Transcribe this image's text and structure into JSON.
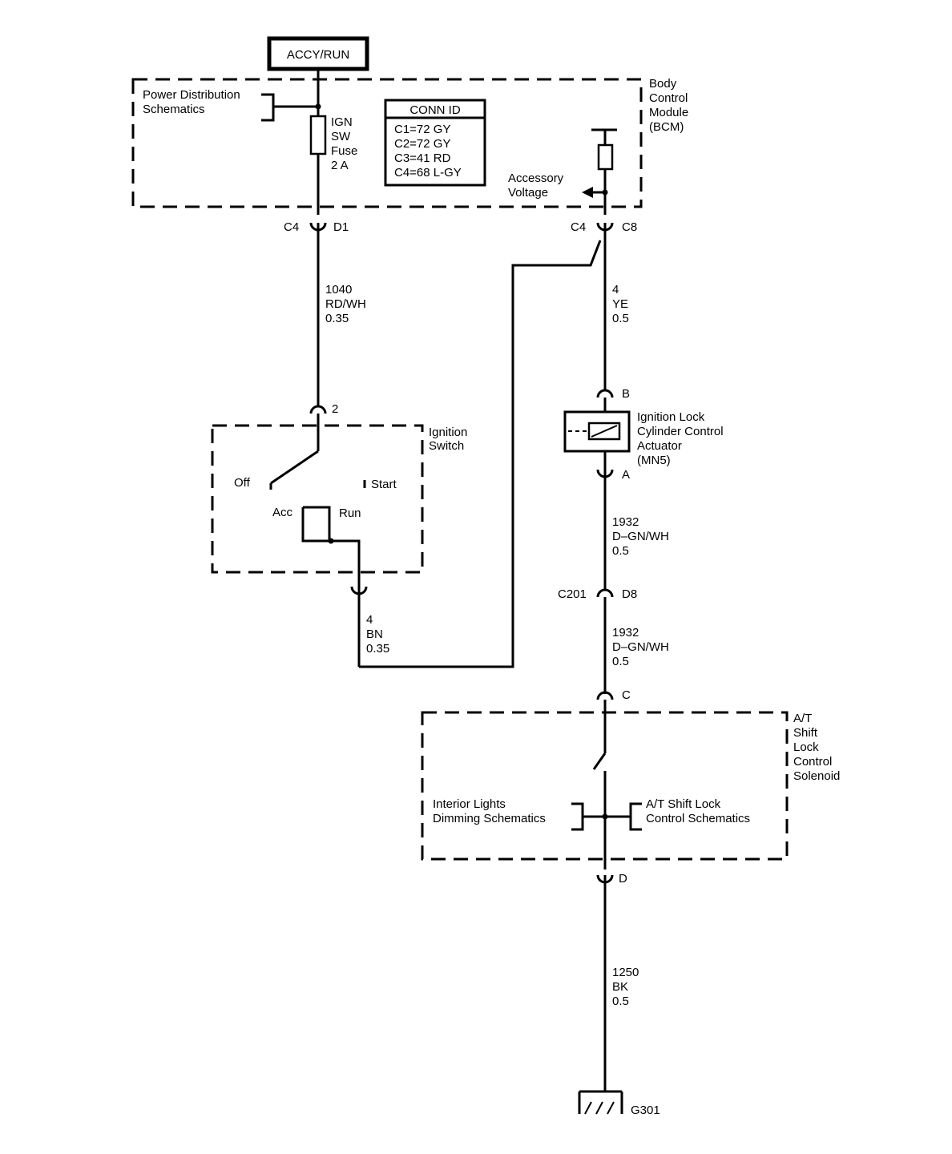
{
  "power_source": "ACCY/RUN",
  "bcm": {
    "name_lines": [
      "Body",
      "Control",
      "Module",
      "(BCM)"
    ],
    "power_dist": [
      "Power Distribution",
      "Schematics"
    ],
    "fuse": [
      "IGN",
      "SW",
      "Fuse",
      "2 A"
    ],
    "conn_id_title": "CONN ID",
    "conn_id": [
      "C1=72 GY",
      "C2=72 GY",
      "C3=41 RD",
      "C4=68 L-GY"
    ],
    "accessory_voltage": [
      "Accessory",
      "Voltage"
    ]
  },
  "connectors": {
    "c4_left": "C4",
    "d1": "D1",
    "c4_right": "C4",
    "c8": "C8",
    "pin_2": "2",
    "pin_b": "B",
    "pin_a": "A",
    "c201": "C201",
    "d8": "D8",
    "pin_c": "C",
    "pin_d": "D"
  },
  "wires": {
    "w1040": [
      "1040",
      "RD/WH",
      "0.35"
    ],
    "w4_ye": [
      "4",
      "YE",
      "0.5"
    ],
    "w4_bn": [
      "4",
      "BN",
      "0.35"
    ],
    "w1932_a": [
      "1932",
      "D–GN/WH",
      "0.5"
    ],
    "w1932_b": [
      "1932",
      "D–GN/WH",
      "0.5"
    ],
    "w1250": [
      "1250",
      "BK",
      "0.5"
    ]
  },
  "ignition_switch": {
    "name_lines": [
      "Ignition",
      "Switch"
    ],
    "off": "Off",
    "start": "Start",
    "acc": "Acc",
    "run": "Run"
  },
  "actuator": [
    "Ignition Lock",
    "Cylinder Control",
    "Actuator",
    "(MN5)"
  ],
  "solenoid": {
    "name_lines": [
      "A/T",
      "Shift",
      "Lock",
      "Control",
      "Solenoid"
    ],
    "interior": [
      "Interior Lights",
      "Dimming Schematics"
    ],
    "shift_lock": [
      "A/T Shift Lock",
      "Control Schematics"
    ]
  },
  "ground": "G301"
}
